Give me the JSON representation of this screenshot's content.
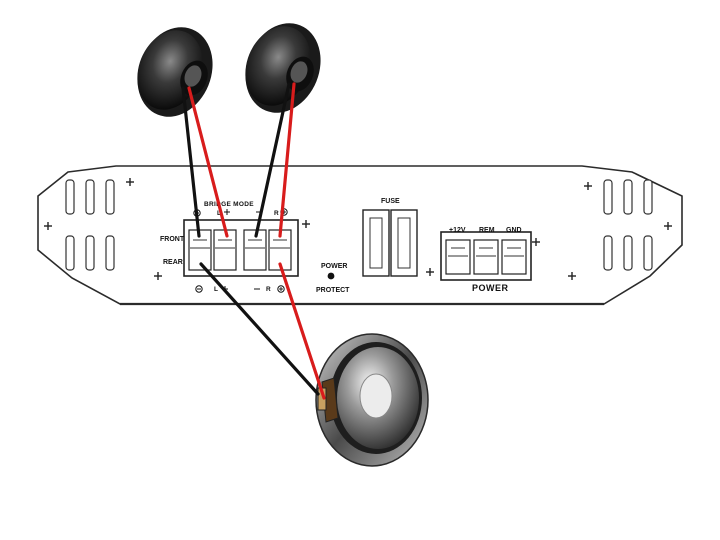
{
  "amplifier": {
    "bridge_mode_label": "BRIDGE MODE",
    "bridge_top_left": "L",
    "bridge_top_right": "R",
    "front_label": "FRONT",
    "rear_label": "REAR",
    "bridge_bottom_left": "L",
    "bridge_bottom_right": "R",
    "power_led_label": "POWER",
    "protect_led_label": "PROTECT",
    "fuse_label": "FUSE",
    "plus12v_label": "+12V",
    "rem_label": "REM",
    "gnd_label": "GND",
    "power_section_label": "POWER"
  },
  "wires": {
    "positive_color": "#d81c1c",
    "negative_color": "#111111"
  },
  "icons": [
    "speaker-left-icon",
    "speaker-right-icon",
    "subwoofer-icon",
    "plus-symbol-icon",
    "minus-symbol-icon"
  ]
}
